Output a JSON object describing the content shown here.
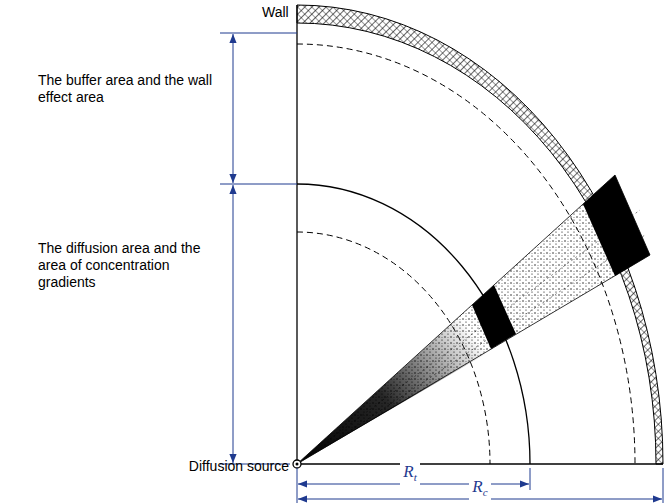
{
  "diagram": {
    "labels": [
      "Wall",
      "The buffer area and the wall effect area",
      "The diffusion area and the area of concentration gradients",
      "Diffusion source",
      "Rt",
      "Rc"
    ]
  }
}
